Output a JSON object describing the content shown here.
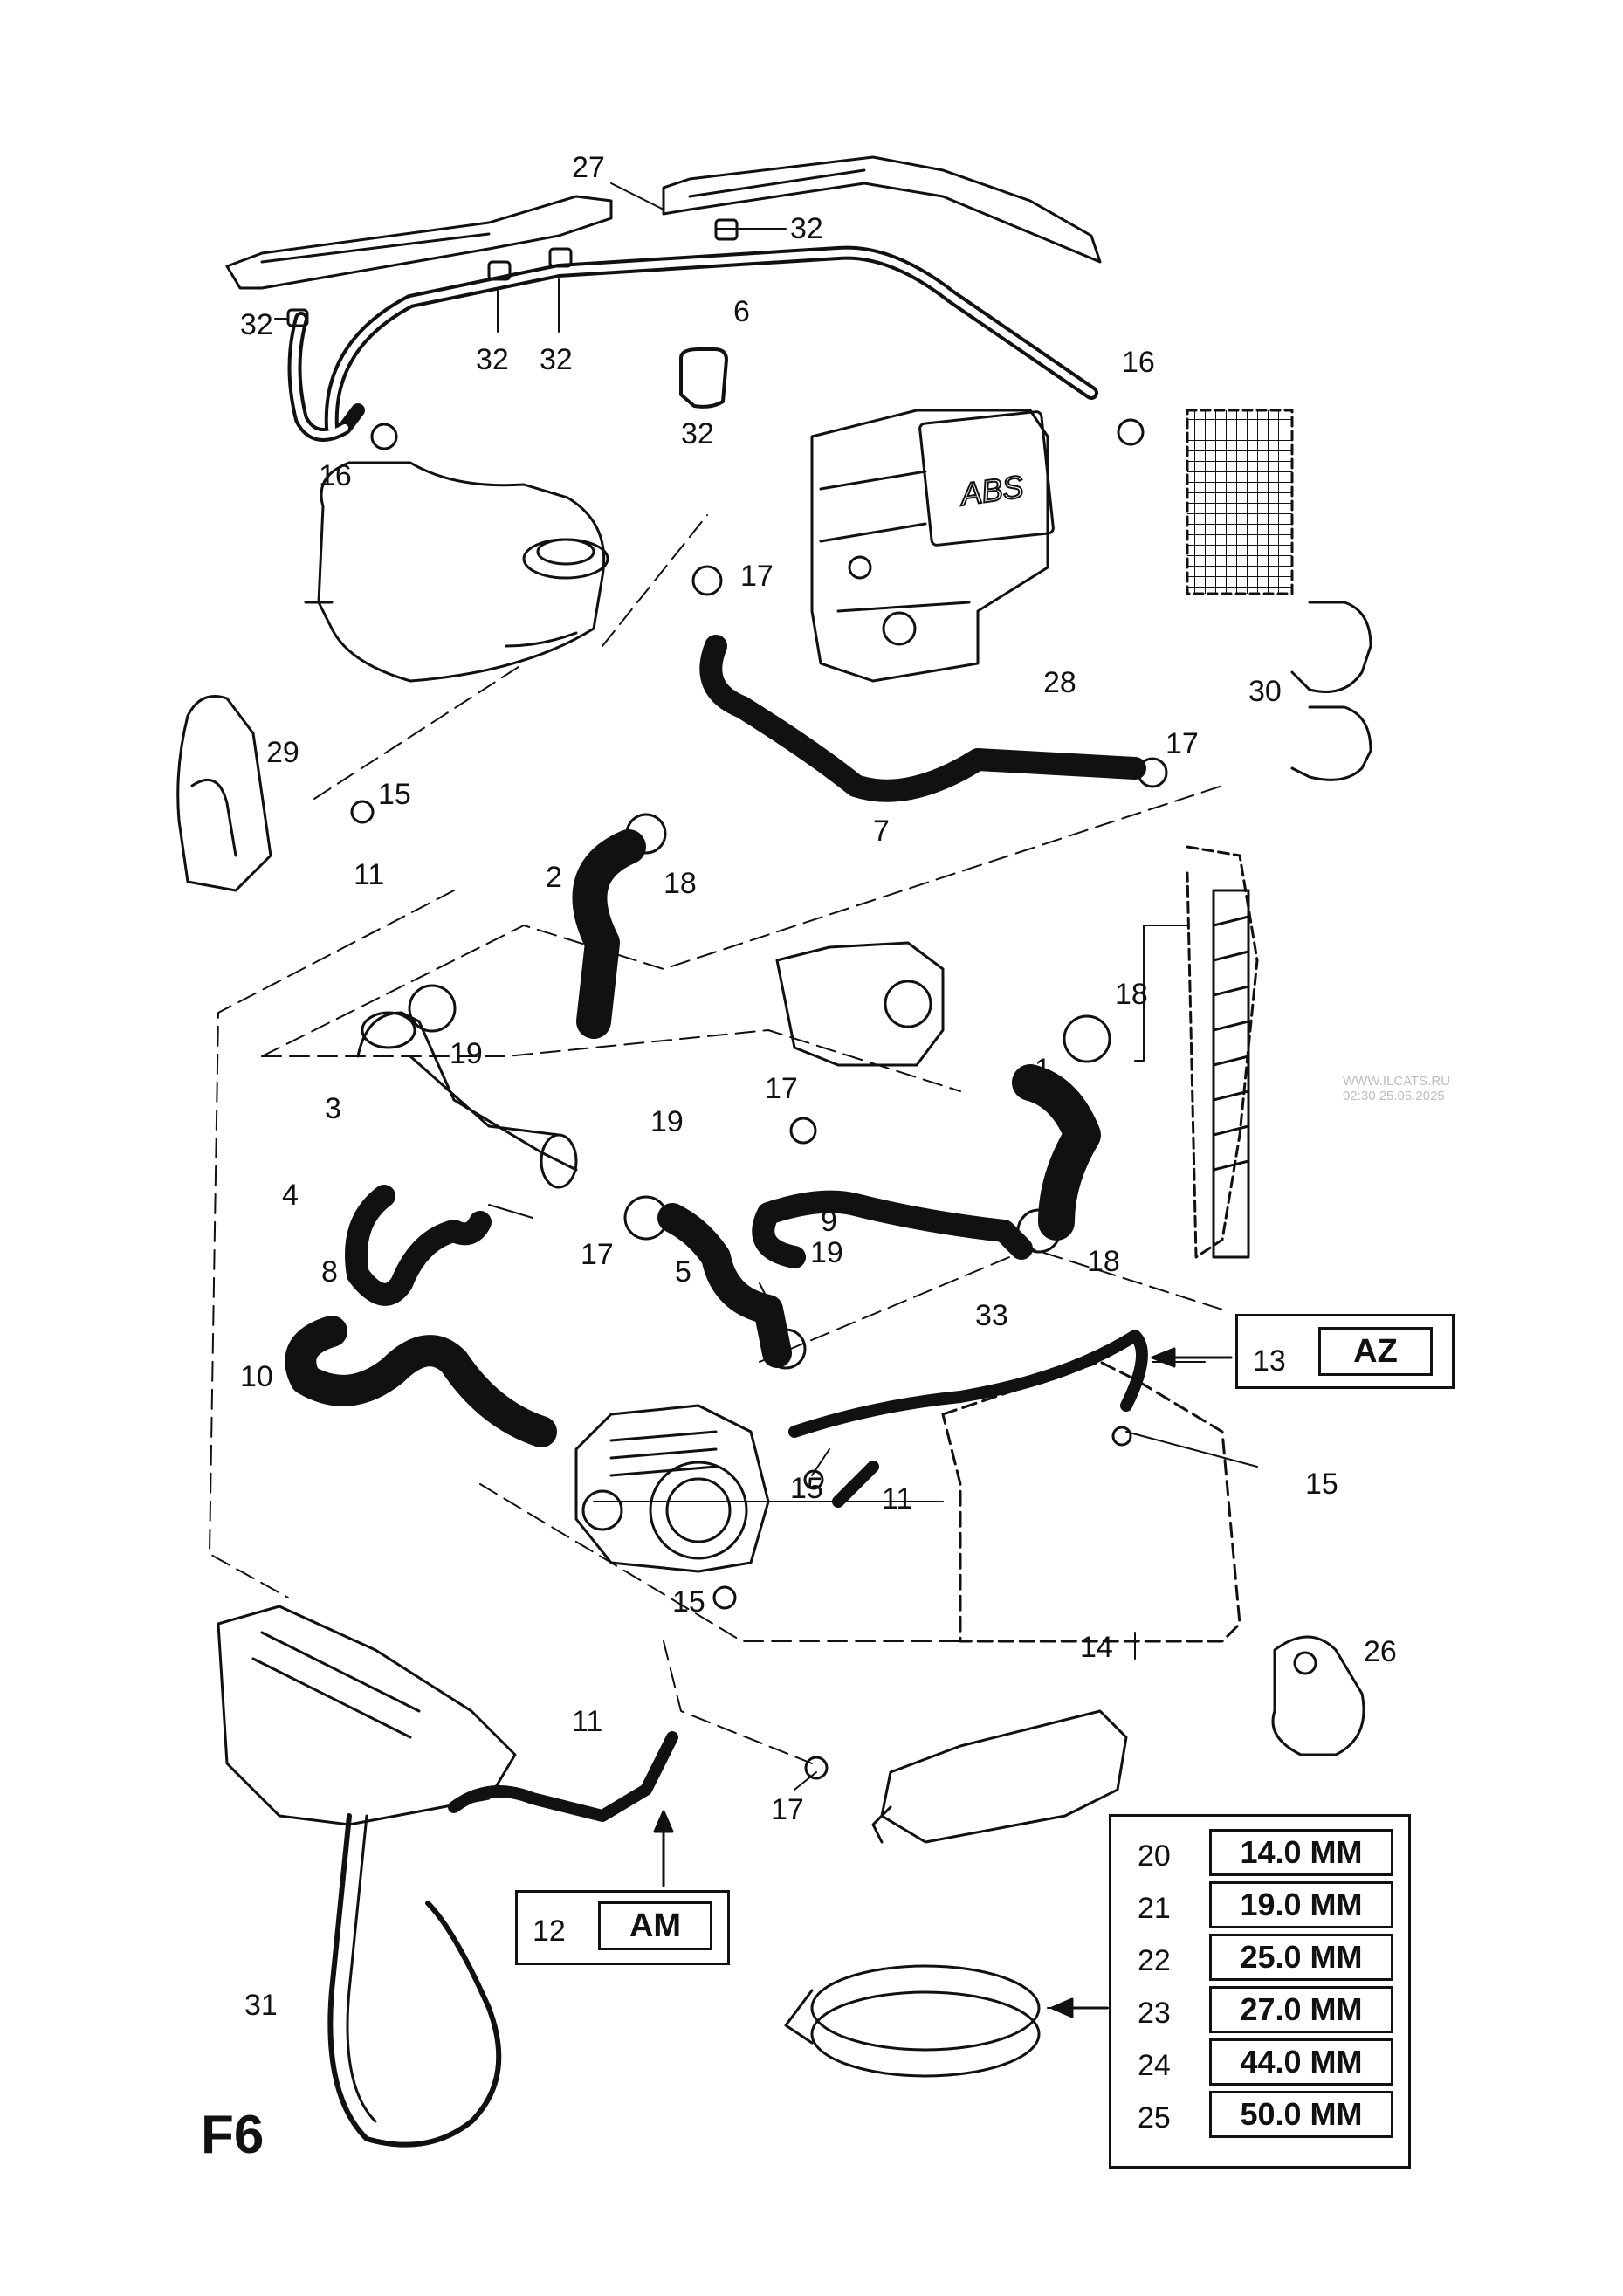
{
  "sheet_code": "F6",
  "watermark": {
    "site": "WWW.ILCATS.RU",
    "timestamp": "02:30 25.05.2025"
  },
  "badges": {
    "abs": "ABS",
    "az": "AZ",
    "am": "AM"
  },
  "callouts": {
    "c27": "27",
    "c32a": "32",
    "c32b": "32",
    "c32c": "32",
    "c32d": "32",
    "c32e": "32",
    "c6": "6",
    "c16a": "16",
    "c16b": "16",
    "c17a": "17",
    "c28": "28",
    "c30": "30",
    "c17b": "17",
    "c29": "29",
    "c15a": "15",
    "c11a": "11",
    "c7": "7",
    "c2": "2",
    "c18a": "18",
    "c19a": "19",
    "c3": "3",
    "c18b": "18",
    "c1": "1",
    "c17c": "17",
    "c19b": "19",
    "c4": "4",
    "c9": "9",
    "c17d": "17",
    "c8": "8",
    "c5": "5",
    "c19c": "19",
    "c18c": "18",
    "c33": "33",
    "c13": "13",
    "c10": "10",
    "c15b": "15",
    "c11b": "11",
    "c15c": "15",
    "c15d": "15",
    "c14": "14",
    "c26": "26",
    "c11c": "11",
    "c17e": "17",
    "c12": "12",
    "c31": "31"
  },
  "clamp_sizes": [
    {
      "ref": "20",
      "size": "14.0 MM"
    },
    {
      "ref": "21",
      "size": "19.0 MM"
    },
    {
      "ref": "22",
      "size": "25.0 MM"
    },
    {
      "ref": "23",
      "size": "27.0 MM"
    },
    {
      "ref": "24",
      "size": "44.0 MM"
    },
    {
      "ref": "25",
      "size": "50.0 MM"
    }
  ]
}
